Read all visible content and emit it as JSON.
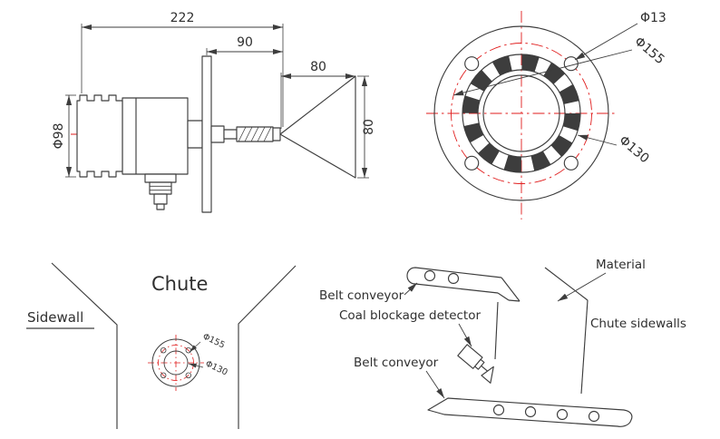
{
  "colors": {
    "ink": "#3d3d3d",
    "centerline": "#e01b1b",
    "bg": "#ffffff"
  },
  "side_view": {
    "dim_total": "222",
    "dim_mid": "90",
    "dim_paddle_width": "80",
    "dim_paddle_height": "80",
    "dim_housing_diameter": "Φ98"
  },
  "front_view": {
    "dim_bolt_hole": "Φ13",
    "dim_bolt_circle": "Φ155",
    "dim_ring": "Φ130"
  },
  "installation": {
    "chute_label": "Chute",
    "sidewall_label": "Sidewall",
    "belt_conveyor_upper_label": "Belt conveyor",
    "detector_label": "Coal blockage detector",
    "belt_conveyor_lower_label": "Belt conveyor",
    "material_label": "Material",
    "chute_sidewalls_label": "Chute sidewalls",
    "flange_dim_bolt_circle": "Φ155",
    "flange_dim_ring": "Φ130"
  }
}
